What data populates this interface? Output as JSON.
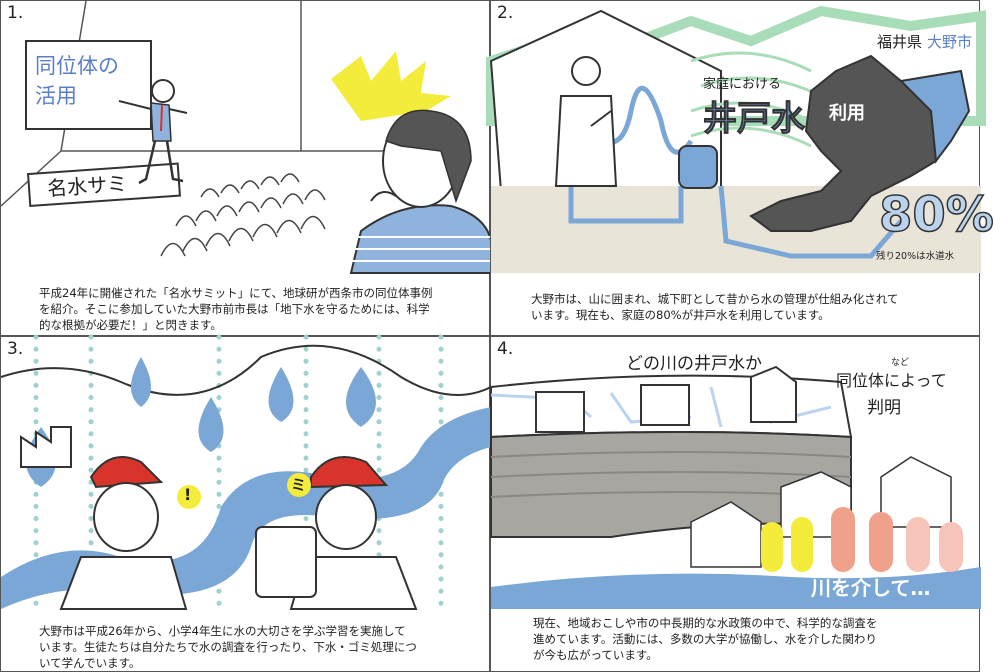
{
  "panels": [
    {
      "number": "1.",
      "board_text": "同位体の\n活用",
      "banner_text": "名水サミ",
      "caption": "平成24年に開催された「名水サミット」にて、地球研が西条市の同位体事例\nを紹介。そこに参加していた大野市前市長は「地下水を守るためには、科学\n的な根拠が必要だ！」と閃きます。"
    },
    {
      "number": "2.",
      "prefecture_label": "福井県",
      "city_label": "大野市",
      "small_label": "家庭における",
      "big_label": "井戸水",
      "use_label": "利用",
      "percent_text": "80%",
      "remainder_note": "残り20%は水道水",
      "caption": "大野市は、山に囲まれ、城下町として昔から水の管理が仕組み化されて\nいます。現在も、家庭の80%が井戸水を利用しています。"
    },
    {
      "number": "3.",
      "exclaim_1": "!",
      "exclaim_2": "ミ",
      "caption": "大野市は平成26年から、小学4年生に水の大切さを学ぶ学習を実施して\nいます。生徒たちは自分たちで水の調査を行ったり、下水・ゴミ処理につ\nいて学んでいます。"
    },
    {
      "number": "4.",
      "question_text": "どの川の井戸水か",
      "method_text": "同位体によって",
      "method_small": "など",
      "result_text": "判明",
      "river_text": "川を介して…",
      "caption": "現在、地域おこしや市の中長期的な水政策の中で、科学的な調査を\n進めています。活動には、多数の大学が協働し、水を介した関わり\nが今も広がっています。"
    }
  ],
  "colors": {
    "water_blue": "#7aa7d6",
    "light_blue": "#bcd3ee",
    "teal_dots": "#9fd2cf",
    "cap_red": "#d9342b",
    "yellow": "#f4ec3a",
    "green_lines": "#a9dcb8",
    "salmon": "#f0a18c",
    "gray_land": "#555555"
  }
}
